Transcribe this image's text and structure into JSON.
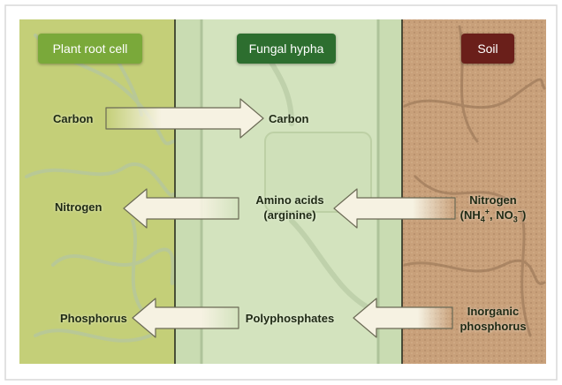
{
  "headers": {
    "plant": "Plant root cell",
    "fungus": "Fungal hypha",
    "soil": "Soil"
  },
  "rows": {
    "carbon": {
      "left": "Carbon",
      "middle": "Carbon"
    },
    "nitrogen": {
      "left": "Nitrogen",
      "middle_line1": "Amino acids",
      "middle_line2": "(arginine)",
      "right_line1": "Nitrogen",
      "right_nh": "(NH",
      "right_nh_sub": "4",
      "right_nh_sup": "+",
      "right_sep": ", NO",
      "right_no_sub": "3",
      "right_no_sup": "−",
      "right_end": ")"
    },
    "phosphorus": {
      "left": "Phosphorus",
      "middle": "Polyphosphates",
      "right_line1": "Inorganic",
      "right_line2": "phosphorus"
    }
  },
  "colors": {
    "plant_bg": "#c4cf78",
    "fungus_bg": "#c9dcb2",
    "soil_bg": "#c8a07a",
    "plant_header": "#7aa93a",
    "fungus_header": "#2d6e2f",
    "soil_header": "#6a1f1a",
    "arrow_fill": "#f6f2e2",
    "arrow_stroke": "#6b6a55"
  }
}
